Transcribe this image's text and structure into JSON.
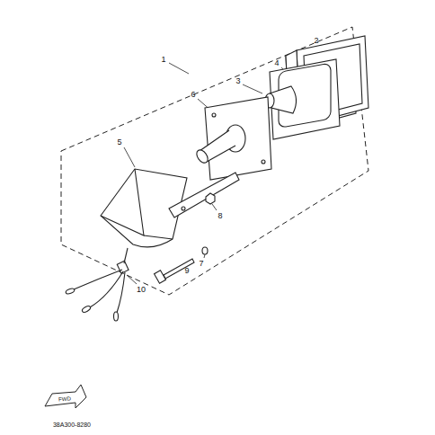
{
  "diagram": {
    "labels": [
      "1",
      "2",
      "3",
      "4",
      "5",
      "6",
      "7",
      "8",
      "9",
      "10",
      "FWD",
      "38A300-8280"
    ]
  }
}
